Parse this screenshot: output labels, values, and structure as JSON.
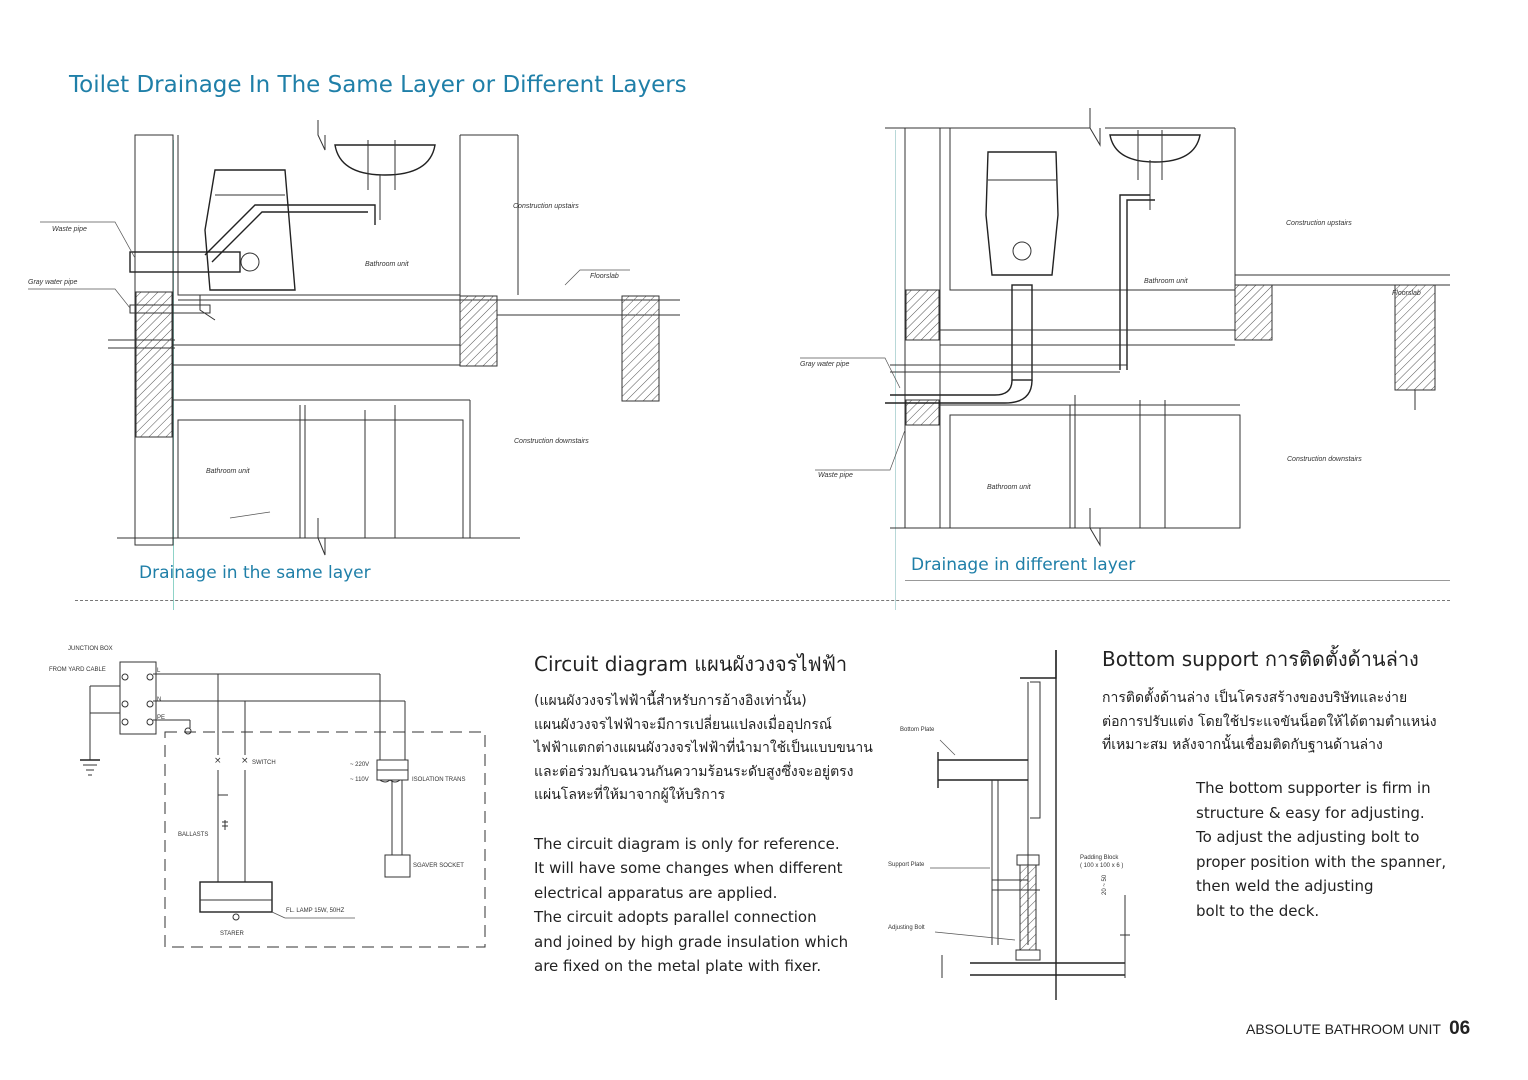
{
  "page_title": "Toilet Drainage In The Same Layer or Different Layers",
  "left_drawing": {
    "caption": "Drainage in the same layer",
    "labels": {
      "waste_pipe": "Waste pipe",
      "gray_water_pipe": "Gray water pipe",
      "construction_upstairs": "Construction upstairs",
      "bathroom_unit_top": "Bathroom unit",
      "floorslab": "Floorslab",
      "construction_downstairs": "Construction downstairs",
      "bathroom_unit_bottom": "Bathroom unit"
    }
  },
  "right_drawing": {
    "caption": "Drainage in different layer",
    "labels": {
      "construction_upstairs": "Construction upstairs",
      "bathroom_unit_top": "Bathroom unit",
      "floorslab": "Floorslab",
      "gray_water_pipe": "Gray water pipe",
      "waste_pipe": "Waste pipe",
      "construction_downstairs": "Construction downstairs",
      "bathroom_unit_bottom": "Bathroom unit"
    }
  },
  "circuit_drawing": {
    "labels": {
      "junction_box": "JUNCTION BOX",
      "from_yard_cable": "FROM YARD CABLE",
      "l": "L",
      "n": "N",
      "pe": "PE",
      "switch": "SWITCH",
      "v220": "~ 220V",
      "v110": "~ 110V",
      "isolation_trans": "ISOLATION  TRANS",
      "ballasts": "BALLASTS",
      "shaver_socket": "SGAVER SOCKET",
      "fl_lamp": "FL. LAMP 15W, 50HZ",
      "starer": "STARER"
    }
  },
  "circuit_section": {
    "heading": "Circuit diagram แผนผังวงจรไฟฟ้า",
    "thai_lines": [
      "(แผนผังวงจรไฟฟ้านี้สำหรับการอ้างอิงเท่านั้น)",
      "แผนผังวงจรไฟฟ้าจะมีการเปลี่ยนแปลงเมื่ออุปกรณ์",
      "ไฟฟ้าแตกต่างแผนผังวงจรไฟฟ้าที่นำมาใช้เป็นแบบขนาน",
      "และต่อร่วมกับฉนวนกันความร้อนระดับสูงซึ่งจะอยู่ตรง",
      "แผ่นโลหะที่ให้มาจากผู้ให้บริการ"
    ],
    "english_lines": [
      "The circuit diagram is only for reference.",
      "It will have some changes when different",
      "electrical apparatus are applied.",
      "The circuit adopts parallel connection",
      "and joined by high grade insulation which",
      "are fixed on the metal plate with fixer."
    ]
  },
  "support_drawing": {
    "labels": {
      "bottom_plate": "Bottom Plate",
      "support_plate": "Support Plate",
      "adjusting_bolt": "Adjusting Bolt",
      "padding_block": "Padding Block",
      "padding_size": "( 100 x 100 x 6 )",
      "range": "20 ~ 50"
    }
  },
  "support_section": {
    "heading": "Bottom support การติดตั้งด้านล่าง",
    "thai_lines": [
      "การติดตั้งด้านล่าง เป็นโครงสร้างของบริษัทและง่าย",
      "ต่อการปรับแต่ง โดยใช้ประแจขันน็อตให้ได้ตามตำแหน่ง",
      "ที่เหมาะสม หลังจากนั้นเชื่อมติดกับฐานด้านล่าง"
    ],
    "english_lines": [
      "The bottom supporter is firm in",
      "structure & easy for adjusting.",
      "To adjust the adjusting bolt to",
      "proper position with the spanner,",
      "then weld the adjusting",
      "bolt to the deck."
    ]
  },
  "footer": {
    "brand": "ABSOLUTE BATHROOM UNIT",
    "page_number": "06"
  },
  "colors": {
    "title_blue": "#1f7fa8",
    "line": "#333333"
  }
}
